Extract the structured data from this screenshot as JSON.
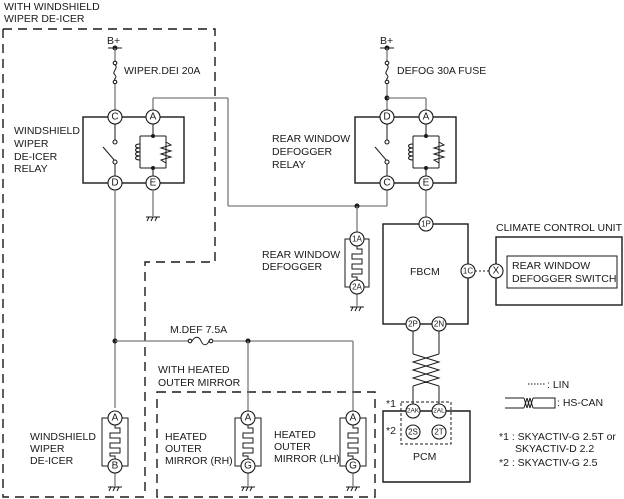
{
  "diagram": {
    "groups": {
      "windshield_option": "WITH WINDSHIELD\nWIPER DE-ICER",
      "mirror_option": "WITH HEATED\nOUTER MIRROR"
    },
    "power": {
      "b_plus": "B+"
    },
    "fuses": {
      "wiper_dei": "WIPER.DEI 20A",
      "defog": "DEFOG 30A FUSE",
      "mdef": "M.DEF 7.5A"
    },
    "components": {
      "wiper_relay": {
        "label": "WINDSHIELD\nWIPER\nDE-ICER\nRELAY",
        "pins": [
          "C",
          "A",
          "D",
          "E"
        ]
      },
      "defog_relay": {
        "label": "REAR WINDOW\nDEFOGGER\nRELAY",
        "pins": [
          "D",
          "A",
          "C",
          "E"
        ]
      },
      "rear_defogger": {
        "label": "REAR WINDOW\nDEFOGGER",
        "pins": [
          "1A",
          "2A"
        ]
      },
      "wiper_deicer": {
        "label": "WINDSHIELD\nWIPER\nDE-ICER",
        "pins": [
          "A",
          "B"
        ]
      },
      "mirror_rh": {
        "label": "HEATED\nOUTER\nMIRROR (RH)",
        "pins": [
          "A",
          "G"
        ]
      },
      "mirror_lh": {
        "label": "HEATED\nOUTER\nMIRROR (LH)",
        "pins": [
          "A",
          "G"
        ]
      },
      "fbcm": {
        "label": "FBCM",
        "pins": [
          "1P",
          "1C",
          "2P",
          "2N"
        ]
      },
      "climate_unit": {
        "label": "CLIMATE CONTROL UNIT",
        "pins": [
          "X"
        ]
      },
      "defogger_switch": {
        "label": "REAR WINDOW\nDEFOGGER SWITCH"
      },
      "pcm": {
        "label": "PCM",
        "pins": [
          "2AK",
          "2AL",
          "2S",
          "2T"
        ],
        "note1": "*1",
        "note2": "*2"
      }
    },
    "legend": {
      "lin": ": LIN",
      "hscan": ": HS-CAN",
      "notes": [
        "*1 : SKYACTIV-G 2.5T or",
        "SKYACTIV-D 2.2",
        "*2 : SKYACTIV-G 2.5"
      ]
    }
  }
}
